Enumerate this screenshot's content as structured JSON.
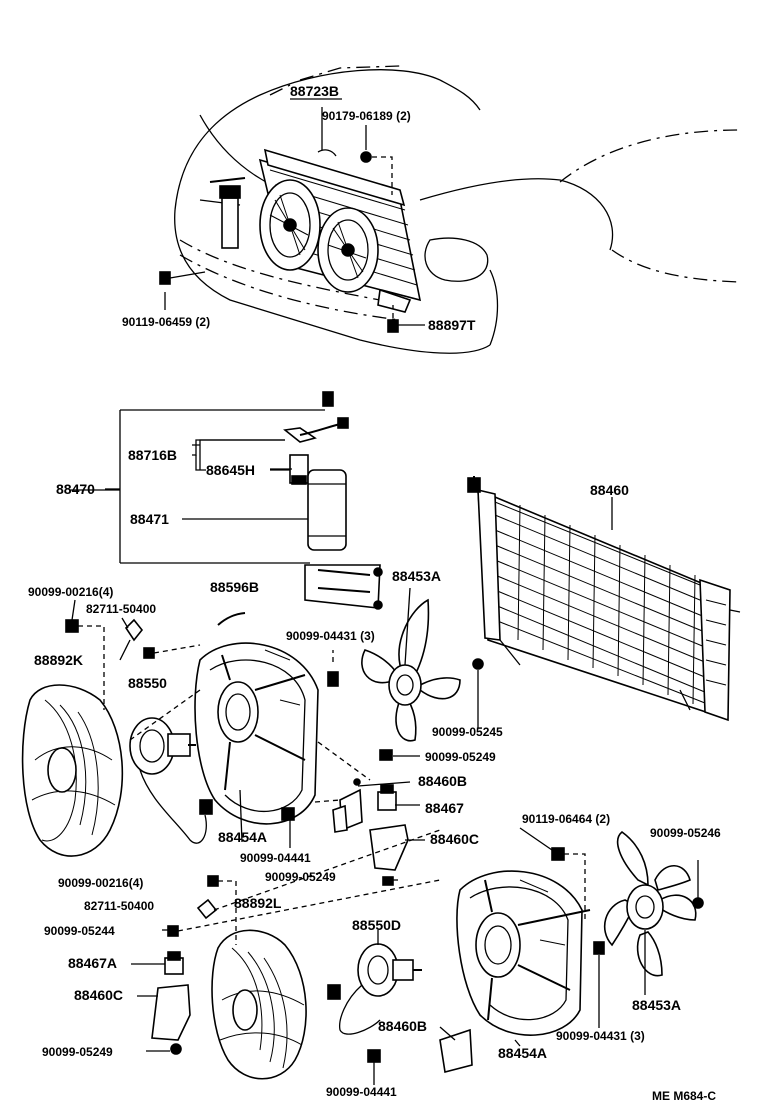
{
  "labels": {
    "p88723B": "88723B",
    "p90179_06189": "90179-06189 (2)",
    "p90119_06459": "90119-06459 (2)",
    "p88897T": "88897T",
    "p88470": "88470",
    "p88716B": "88716B",
    "p88645H": "88645H",
    "p88471": "88471",
    "p88460": "88460",
    "p90099_00216_top": "90099-00216(4)",
    "p82711_50400_top": "82711-50400",
    "p88596B": "88596B",
    "p88453A_top": "88453A",
    "p90099_04431_top": "90099-04431 (3)",
    "p88892K": "88892K",
    "p88550": "88550",
    "p90099_05245": "90099-05245",
    "p90099_05249_a": "90099-05249",
    "p88460B_top": "88460B",
    "p88467": "88467",
    "p88454A_left": "88454A",
    "p90099_04441_top": "90099-04441",
    "p88460C_right": "88460C",
    "p90119_06464": "90119-06464 (2)",
    "p90099_05246": "90099-05246",
    "p90099_00216_bot": "90099-00216(4)",
    "p90099_05249_b": "90099-05249",
    "p82711_50400_bot": "82711-50400",
    "p88892L": "88892L",
    "p90099_05244": "90099-05244",
    "p88550D": "88550D",
    "p88467A": "88467A",
    "p88460C_left": "88460C",
    "p88460B_bot": "88460B",
    "p88454A_right": "88454A",
    "p90099_04431_bot": "90099-04431 (3)",
    "p88453A_bot": "88453A",
    "p90099_05249_c": "90099-05249",
    "p90099_04441_bot": "90099-04441",
    "footer": "ME  M684-C"
  }
}
